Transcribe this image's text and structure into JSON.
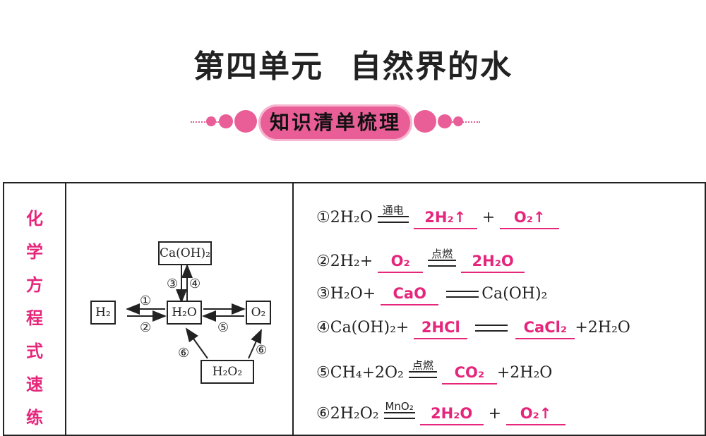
{
  "title": {
    "part1": "第四单元",
    "part2": "自然界的水"
  },
  "banner": {
    "label": "知识清单梳理",
    "accent": "#ea5e98"
  },
  "sidebar": {
    "chars": [
      "化",
      "学",
      "方",
      "程",
      "式",
      "速",
      "练"
    ],
    "color": "#e6267b"
  },
  "diagram": {
    "boxes": {
      "caoh2": "Ca(OH)₂",
      "h2": "H₂",
      "h2o": "H₂O",
      "o2": "O₂",
      "h2o2": "H₂O₂"
    },
    "labels": {
      "n1": "①",
      "n2": "②",
      "n3": "③",
      "n4": "④",
      "n5": "⑤",
      "n6a": "⑥",
      "n6b": "⑥"
    }
  },
  "equations": [
    {
      "num": "①",
      "left": "2H₂O",
      "condition": "通电",
      "a1": "2H₂↑",
      "plus": "+",
      "a2": "O₂↑"
    },
    {
      "num": "②",
      "left": "2H₂+",
      "a1": "O₂",
      "condition": "点燃",
      "a2": "2H₂O"
    },
    {
      "num": "③",
      "left": "H₂O+",
      "a1": "CaO",
      "right": "Ca(OH)₂"
    },
    {
      "num": "④",
      "left": "Ca(OH)₂+",
      "a1": "2HCl",
      "a2": "CaCl₂",
      "right": "+2H₂O"
    },
    {
      "num": "⑤",
      "left": "CH₄+2O₂",
      "condition": "点燃",
      "a1": "CO₂",
      "right": "+2H₂O"
    },
    {
      "num": "⑥",
      "left": "2H₂O₂",
      "condition": "MnO₂",
      "a1": "2H₂O",
      "plus": "+",
      "a2": "O₂↑"
    }
  ]
}
